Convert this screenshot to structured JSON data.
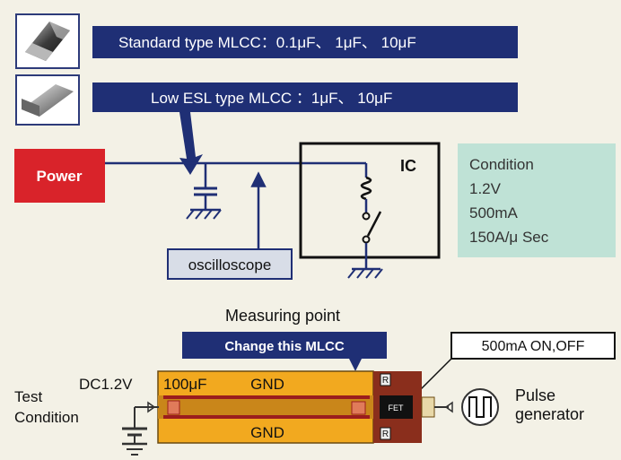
{
  "legend": {
    "standard": "Standard type MLCC：0.1μF、 1μF、 10μF",
    "low_esl": "Low ESL type MLCC ：1μF、 10μF"
  },
  "circuit": {
    "power": "Power",
    "ic": "IC",
    "oscilloscope": "oscilloscope",
    "condition": [
      "Condition",
      "1.2V",
      "500mA",
      "150A/μ Sec"
    ]
  },
  "board": {
    "measuring_point": "Measuring point",
    "change_mlcc": "Change this MLCC",
    "pulse_spec": "500mA ON,OFF",
    "supply": "DC1.2V",
    "test_condition": [
      "Test",
      "Condition"
    ],
    "cap_100uf": "100μF",
    "gnd_top": "GND",
    "gnd_bottom": "GND",
    "fet": "FET",
    "resistor_top": "R",
    "resistor_bottom": "R",
    "pulse_generator": [
      "Pulse",
      "generator"
    ]
  },
  "colors": {
    "navy": "#1f2f75",
    "power_red": "#d9232a",
    "condition_bg": "#bfe2d6",
    "board_gold": "#f2a91f",
    "trace_red": "#9b1d1d",
    "fet_brown": "#8a2e1c",
    "osc_bg": "#d8dde7"
  },
  "icons": [
    "standard-mlcc-chip-icon",
    "low-esl-mlcc-chip-icon",
    "ground-icon",
    "capacitor-icon",
    "inductor-icon",
    "switch-icon",
    "pulse-waveform-icon",
    "battery-icon"
  ]
}
